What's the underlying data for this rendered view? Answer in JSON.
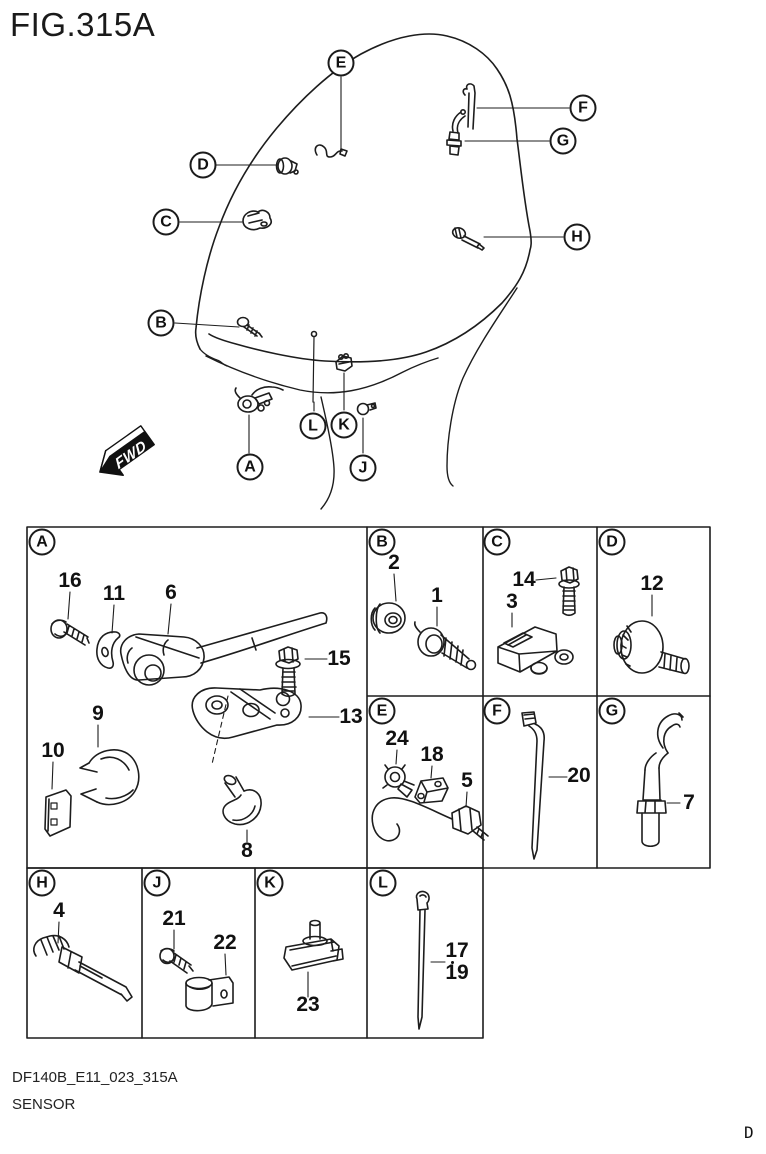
{
  "title": "FIG.315A",
  "fwd_label": "FWD",
  "colors": {
    "ink": "#1a1a1a",
    "background": "#ffffff"
  },
  "footer": {
    "drawing_code": "DF140B_E11_023_315A",
    "figure_name": "SENSOR",
    "page_marker": "D"
  },
  "diagram": {
    "callouts": [
      {
        "letter": "E"
      },
      {
        "letter": "F"
      },
      {
        "letter": "G"
      },
      {
        "letter": "D"
      },
      {
        "letter": "C"
      },
      {
        "letter": "H"
      },
      {
        "letter": "B"
      },
      {
        "letter": "L"
      },
      {
        "letter": "K"
      },
      {
        "letter": "A"
      },
      {
        "letter": "J"
      }
    ]
  },
  "panels": [
    {
      "letter": "A",
      "parts": [
        "16",
        "11",
        "6",
        "15",
        "13",
        "9",
        "10",
        "8"
      ]
    },
    {
      "letter": "B",
      "parts": [
        "2",
        "1"
      ]
    },
    {
      "letter": "C",
      "parts": [
        "14",
        "3"
      ]
    },
    {
      "letter": "D",
      "parts": [
        "12"
      ]
    },
    {
      "letter": "E",
      "parts": [
        "24",
        "18",
        "5"
      ]
    },
    {
      "letter": "F",
      "parts": [
        "20"
      ]
    },
    {
      "letter": "G",
      "parts": [
        "7"
      ]
    },
    {
      "letter": "H",
      "parts": [
        "4"
      ]
    },
    {
      "letter": "J",
      "parts": [
        "21",
        "22"
      ]
    },
    {
      "letter": "K",
      "parts": [
        "23"
      ]
    },
    {
      "letter": "L",
      "parts": [
        "17",
        "19"
      ]
    }
  ]
}
